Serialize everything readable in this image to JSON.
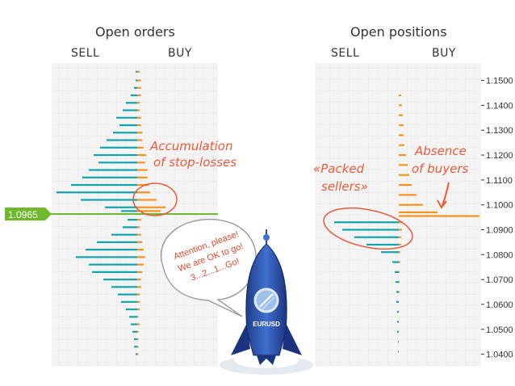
{
  "chart_data": [
    {
      "type": "bar",
      "title": "Open orders",
      "sell_label": "SELL",
      "buy_label": "BUY",
      "current_price": "1.0965",
      "annotation": [
        "Accumulation",
        "of stop-losses"
      ],
      "speech_bubble": [
        "Attention, please!",
        "We are OK to go!",
        "3...2...1...Go!"
      ],
      "ylim": [
        1.035,
        1.157
      ],
      "bins": [
        [
          1.1535,
          1,
          2
        ],
        [
          1.15,
          1,
          3
        ],
        [
          1.147,
          2,
          3
        ],
        [
          1.144,
          4,
          3
        ],
        [
          1.141,
          7,
          2
        ],
        [
          1.138,
          9,
          2
        ],
        [
          1.135,
          13,
          3
        ],
        [
          1.132,
          11,
          3
        ],
        [
          1.129,
          15,
          4
        ],
        [
          1.126,
          19,
          4
        ],
        [
          1.123,
          23,
          5
        ],
        [
          1.12,
          27,
          7
        ],
        [
          1.117,
          24,
          6
        ],
        [
          1.114,
          30,
          8
        ],
        [
          1.111,
          34,
          8
        ],
        [
          1.108,
          41,
          9
        ],
        [
          1.105,
          50,
          10
        ],
        [
          1.102,
          35,
          15
        ],
        [
          1.099,
          20,
          22
        ],
        [
          1.0975,
          10,
          18
        ],
        [
          1.094,
          6,
          3
        ],
        [
          1.091,
          9,
          2
        ],
        [
          1.088,
          16,
          3
        ],
        [
          1.085,
          25,
          4
        ],
        [
          1.082,
          32,
          5
        ],
        [
          1.079,
          38,
          6
        ],
        [
          1.076,
          30,
          5
        ],
        [
          1.073,
          28,
          4
        ],
        [
          1.07,
          21,
          3
        ],
        [
          1.067,
          16,
          3
        ],
        [
          1.064,
          12,
          2
        ],
        [
          1.061,
          10,
          2
        ],
        [
          1.058,
          7,
          2
        ],
        [
          1.055,
          5,
          1
        ],
        [
          1.052,
          4,
          2
        ],
        [
          1.049,
          3,
          1
        ],
        [
          1.046,
          2,
          1
        ],
        [
          1.043,
          2,
          1
        ],
        [
          1.04,
          1,
          1
        ]
      ]
    },
    {
      "type": "bar",
      "title": "Open positions",
      "sell_label": "SELL",
      "buy_label": "BUY",
      "annotation_left": [
        "«Packed",
        "sellers»"
      ],
      "annotation_right": [
        "Absence",
        "of buyers"
      ],
      "rocket_label": "EURUSD",
      "ylim": [
        1.035,
        1.157
      ],
      "yticks": [
        "1.1500",
        "1.1400",
        "1.1300",
        "1.1200",
        "1.1100",
        "1.1000",
        "1.0900",
        "1.0800",
        "1.0700",
        "1.0600",
        "1.0500",
        "1.0400"
      ],
      "bins": [
        [
          1.144,
          0,
          3
        ],
        [
          1.14,
          0,
          4
        ],
        [
          1.136,
          0,
          5
        ],
        [
          1.132,
          0,
          6
        ],
        [
          1.128,
          0,
          6
        ],
        [
          1.124,
          0,
          7
        ],
        [
          1.12,
          0,
          9
        ],
        [
          1.116,
          0,
          11
        ],
        [
          1.112,
          0,
          13
        ],
        [
          1.108,
          0,
          16
        ],
        [
          1.104,
          0,
          22
        ],
        [
          1.1,
          0,
          30
        ],
        [
          1.097,
          0,
          48
        ],
        [
          1.0955,
          0,
          100
        ],
        [
          1.093,
          80,
          5
        ],
        [
          1.09,
          70,
          4
        ],
        [
          1.087,
          55,
          3
        ],
        [
          1.084,
          40,
          3
        ],
        [
          1.081,
          22,
          2
        ],
        [
          1.077,
          8,
          2
        ],
        [
          1.073,
          5,
          1
        ],
        [
          1.069,
          4,
          1
        ],
        [
          1.065,
          3,
          1
        ],
        [
          1.061,
          3,
          0
        ],
        [
          1.057,
          2,
          0
        ],
        [
          1.053,
          2,
          0
        ],
        [
          1.049,
          2,
          0
        ],
        [
          1.045,
          1,
          0
        ],
        [
          1.041,
          1,
          0
        ]
      ]
    }
  ],
  "colors": {
    "sell": "#12a4ad",
    "buy": "#f7931e",
    "price_line": "#6fba2c",
    "annotation": "#ea5a3a",
    "grid_bg": "#f4f4f4"
  }
}
